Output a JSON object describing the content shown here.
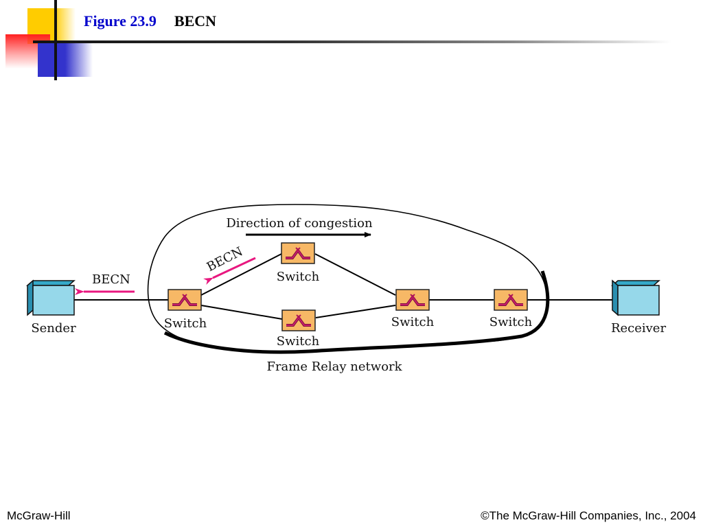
{
  "slide": {
    "figure_number": "Figure 23.9",
    "figure_title": "BECN"
  },
  "diagram": {
    "direction_label": "Direction of congestion",
    "network_label": "Frame Relay network",
    "becn_inside_label": "BECN",
    "becn_outside_label": "BECN",
    "sender_label": "Sender",
    "receiver_label": "Receiver",
    "switches": [
      {
        "label": "Switch"
      },
      {
        "label": "Switch"
      },
      {
        "label": "Switch"
      },
      {
        "label": "Switch"
      },
      {
        "label": "Switch"
      }
    ],
    "colors": {
      "switch_fill": "#f7b866",
      "switch_glyph": "#b0145a",
      "becn_arrow": "#e8177f",
      "host_front": "#96d8ea",
      "host_side": "#35a8c8"
    }
  },
  "footer": {
    "left": "McGraw-Hill",
    "right": "©The McGraw-Hill Companies, Inc., 2004"
  }
}
